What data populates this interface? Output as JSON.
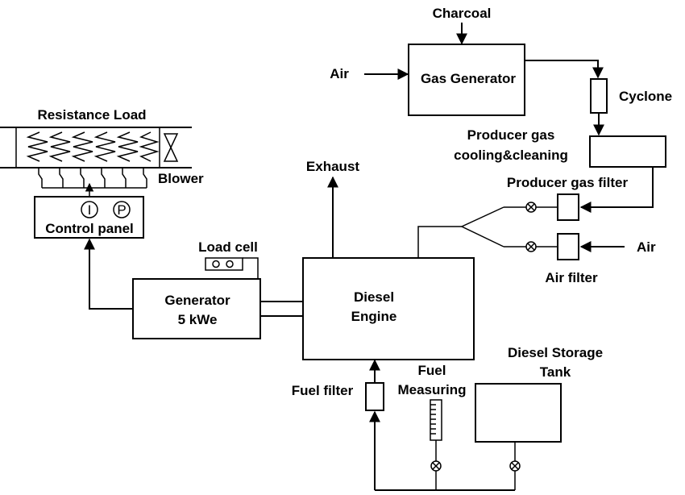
{
  "labels": {
    "charcoal": "Charcoal",
    "air_top": "Air",
    "gas_generator": "Gas Generator",
    "cyclone": "Cyclone",
    "producer_gas_cooling_1": "Producer gas",
    "producer_gas_cooling_2": "cooling&cleaning",
    "producer_gas_filter": "Producer gas filter",
    "air_right": "Air",
    "air_filter": "Air filter",
    "exhaust": "Exhaust",
    "resistance_load": "Resistance Load",
    "blower": "Blower",
    "control_panel": "Control panel",
    "meter_i": "I",
    "meter_p": "P",
    "load_cell": "Load cell",
    "generator_1": "Generator",
    "generator_2": "5 kWe",
    "diesel_engine_1": "Diesel",
    "diesel_engine_2": "Engine",
    "diesel_storage_1": "Diesel Storage",
    "diesel_storage_2": "Tank",
    "fuel_filter": "Fuel filter",
    "fuel_measuring_1": "Fuel",
    "fuel_measuring_2": "Measuring"
  }
}
